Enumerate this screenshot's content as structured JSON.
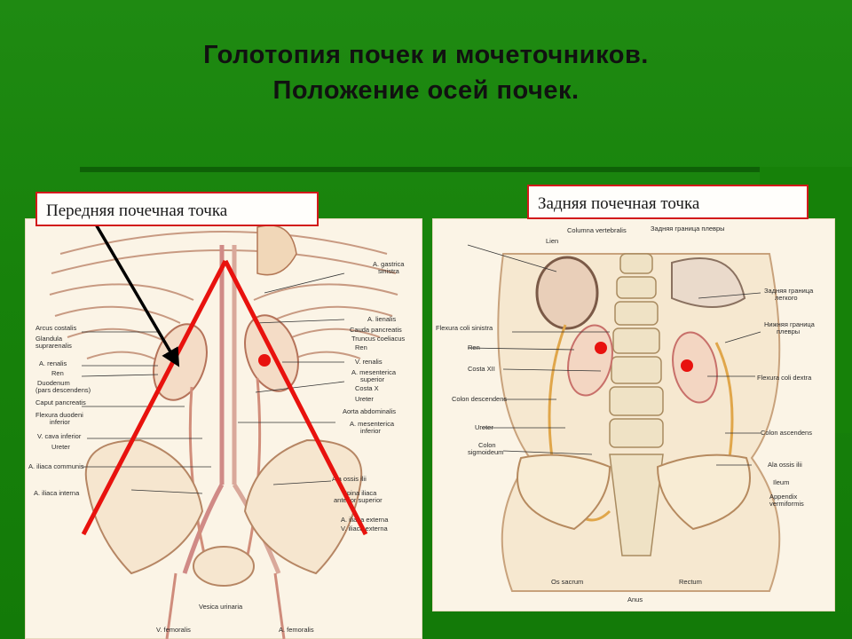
{
  "slide": {
    "title_line1": "Голотопия почек и мочеточников.",
    "title_line2": "Положение осей почек."
  },
  "callouts": {
    "anterior_point": "Передняя почечная точка",
    "posterior_point": "Задняя почечная точка"
  },
  "left_figure": {
    "labels_left": [
      "Arcus costalis",
      "Glandula",
      "suprarenalis",
      "A. renalis",
      "Ren",
      "Duodenum",
      "(pars descendens)",
      "Caput pancreatis",
      "Flexura duodeni",
      "inferior",
      "V. cava inferior",
      "Ureter",
      "A. iliaca communis",
      "A. iliaca interna"
    ],
    "labels_right": [
      "A. gastrica",
      "sinistra",
      "A. lienalis",
      "Cauda pancreatis",
      "Truncus coeliacus",
      "Ren",
      "V. renalis",
      "A. mesenterica",
      "superior",
      "Costa X",
      "Ureter",
      "Aorta abdominalis",
      "A. mesenterica",
      "inferior",
      "Ala ossis ilii",
      "Spina iliaca",
      "anterior superior",
      "A. iliaca externa",
      "V. iliaca externa"
    ],
    "labels_bottom": [
      "V. femoralis",
      "Vesica urinaria",
      "A. femoralis"
    ]
  },
  "right_figure": {
    "labels_top": [
      "Columna vertebralis",
      "Задняя граница плевры"
    ],
    "labels_left": [
      "Lien",
      "Flexura coli sinistra",
      "Ren",
      "Costa XII",
      "Colon descendens",
      "Ureter",
      "Colon",
      "sigmoideum"
    ],
    "labels_right": [
      "Задняя граница",
      "легкого",
      "Нижняя граница",
      "плевры",
      "Flexura coli dextra",
      "Colon ascendens",
      "Ala ossis ilii",
      "Ileum",
      "Appendix",
      "vermiformis"
    ],
    "labels_bottom": [
      "Os sacrum",
      "Anus",
      "Rectum"
    ]
  },
  "colors": {
    "background": "#1a8510",
    "title_text": "#111111",
    "axis_line": "#e8120e",
    "kidney_point": "#e8120e",
    "pointer_arrow": "#000000",
    "panel_bg": "#fbf4e6"
  }
}
